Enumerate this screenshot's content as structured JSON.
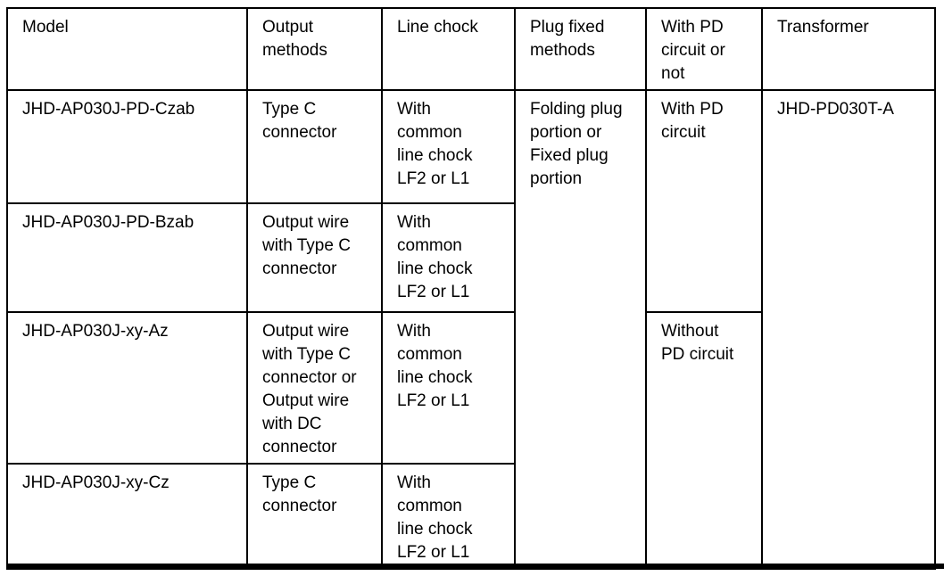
{
  "colors": {
    "background": "#ffffff",
    "border": "#000000",
    "text": "#000000"
  },
  "table": {
    "headers": {
      "model": "Model",
      "output_methods": "Output methods",
      "line_chock": "Line chock",
      "plug_fixed_methods": "Plug fixed methods",
      "pd_circuit": "With PD circuit or not",
      "transformer": "Transformer"
    },
    "rows": [
      {
        "model": "JHD-AP030J-PD-Czab",
        "output_method": "Type C connector",
        "line_chock": "With common line chock LF2 or L1"
      },
      {
        "model": "JHD-AP030J-PD-Bzab",
        "output_method": "Output wire with Type C connector",
        "line_chock": "With common line chock LF2 or L1"
      },
      {
        "model": "JHD-AP030J-xy-Az",
        "output_method": "Output wire with Type C connector or Output wire with DC connector",
        "line_chock": "With common line chock LF2 or L1"
      },
      {
        "model": "JHD-AP030J-xy-Cz",
        "output_method": "Type C connector",
        "line_chock": "With common line chock LF2 or L1"
      }
    ],
    "merged": {
      "plug_fixed": "Folding plug portion or Fixed plug portion",
      "with_pd": "With PD circuit",
      "without_pd": "Without PD circuit",
      "transformer": "JHD-PD030T-A"
    }
  }
}
